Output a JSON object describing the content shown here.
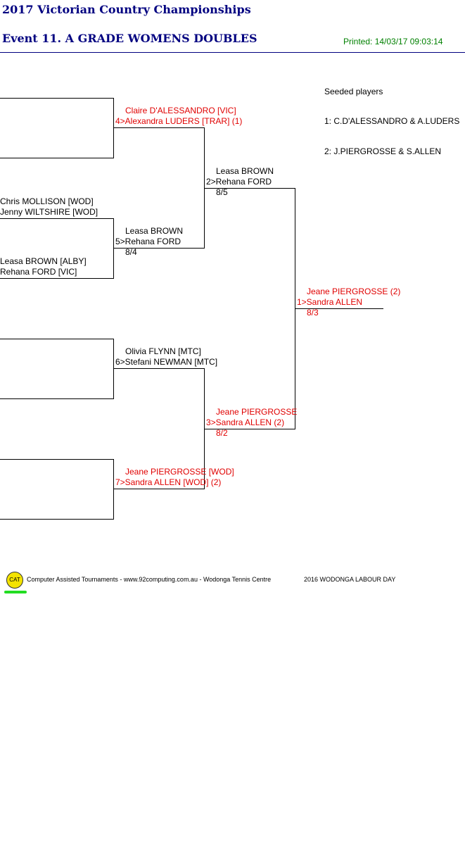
{
  "header": {
    "title": "2017 Victorian Country Championships",
    "event": "Event 11. A GRADE WOMENS DOUBLES",
    "printed": "Printed: 14/03/17 09:03:14"
  },
  "seeds": {
    "heading": "Seeded players",
    "list": [
      "1: C.D'ALESSANDRO & A.LUDERS",
      "2: J.PIERGROSSE & S.ALLEN"
    ]
  },
  "round1": {
    "m2_team1_p1": "Chris MOLLISON [WOD]",
    "m2_team1_p2": "Jenny WILTSHIRE [WOD]",
    "m2_team2_p1": "Leasa BROWN [ALBY]",
    "m2_team2_p2": "Rehana FORD [VIC]"
  },
  "round2": {
    "r1_p1": "Claire D'ALESSANDRO [VIC]",
    "r1_p2": "4>Alexandra LUDERS [TRAR] (1)",
    "r2_p1": "Leasa BROWN",
    "r2_p2": "5>Rehana FORD",
    "r2_score": "8/4",
    "r3_p1": "Olivia FLYNN [MTC]",
    "r3_p2": "6>Stefani NEWMAN [MTC]",
    "r4_p1": "Jeane PIERGROSSE [WOD]",
    "r4_p2": "7>Sandra ALLEN [WOD] (2)"
  },
  "semis": {
    "s1_p1": "Leasa BROWN",
    "s1_p2": "2>Rehana FORD",
    "s1_score": "8/5",
    "s2_p1": "Jeane PIERGROSSE",
    "s2_p2": "3>Sandra ALLEN (2)",
    "s2_score": "8/2"
  },
  "final": {
    "p1": "Jeane PIERGROSSE (2)",
    "p2": "1>Sandra ALLEN",
    "score": "8/3"
  },
  "footer": {
    "logo": "CAT",
    "credit": "Computer Assisted Tournaments - www.92computing.com.au -  Wodonga Tennis Centre",
    "tournament": "2016 WODONGA LABOUR DAY"
  }
}
